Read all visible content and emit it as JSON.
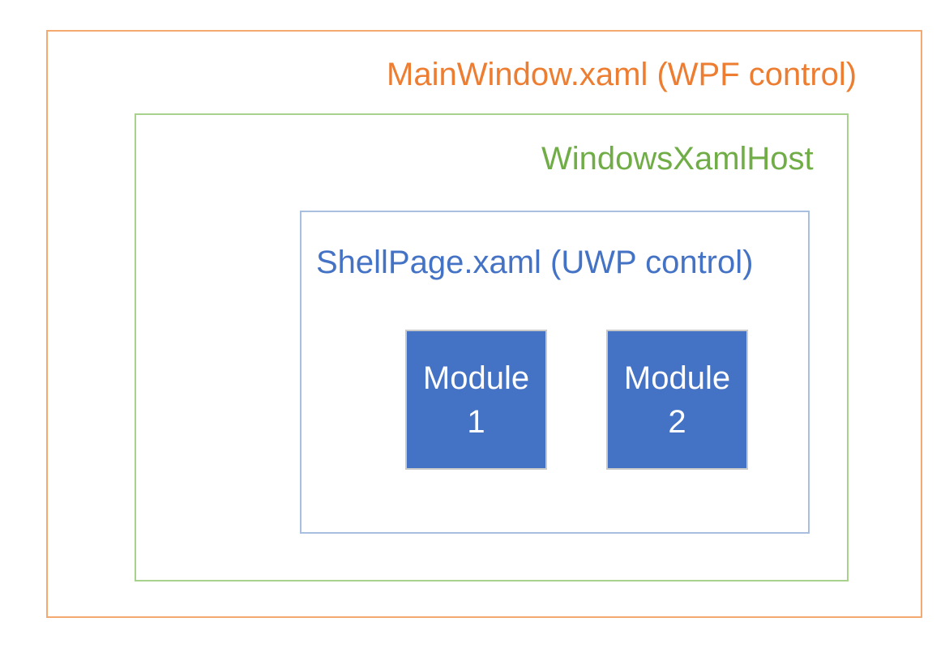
{
  "diagram": {
    "background_color": "#FFFFFF",
    "boxes": {
      "mainwindow": {
        "label": "MainWindow.xaml (WPF control)",
        "text_color": "#ED7D31",
        "border_color": "#F5A96F"
      },
      "xamlhost": {
        "label": "WindowsXamlHost",
        "text_color": "#70AD47",
        "border_color": "#A9D18E"
      },
      "shellpage": {
        "label": "ShellPage.xaml (UWP control)",
        "text_color": "#4472C4",
        "border_color": "#A8BFE0"
      }
    },
    "modules": [
      {
        "label": "Module 1",
        "line1": "Module",
        "line2": "1",
        "fill_color": "#4472C4",
        "border_color": "#C9C9C9",
        "text_color": "#FFFFFF"
      },
      {
        "label": "Module 2",
        "line1": "Module",
        "line2": "2",
        "fill_color": "#4472C4",
        "border_color": "#C9C9C9",
        "text_color": "#FFFFFF"
      }
    ]
  }
}
